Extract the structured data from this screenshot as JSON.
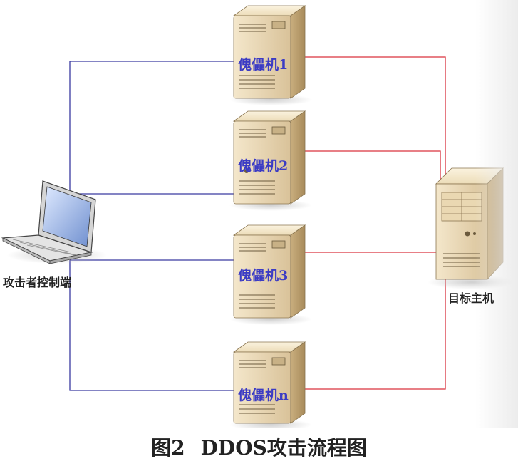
{
  "diagram": {
    "attacker_label": "攻击者控制端",
    "target_label": "目标主机",
    "zombies": [
      {
        "label": "傀儡机1"
      },
      {
        "label": "傀儡机2"
      },
      {
        "label": "傀儡机3"
      },
      {
        "label": "傀儡机n"
      }
    ]
  },
  "caption": {
    "figure_number": "图2",
    "title": "DDOS攻击流程图"
  },
  "colors": {
    "attacker_link": "#3a3aa0",
    "target_link": "#d9333f",
    "server_body": "#e6d3ad",
    "zombie_label": "#3b3bc4"
  }
}
